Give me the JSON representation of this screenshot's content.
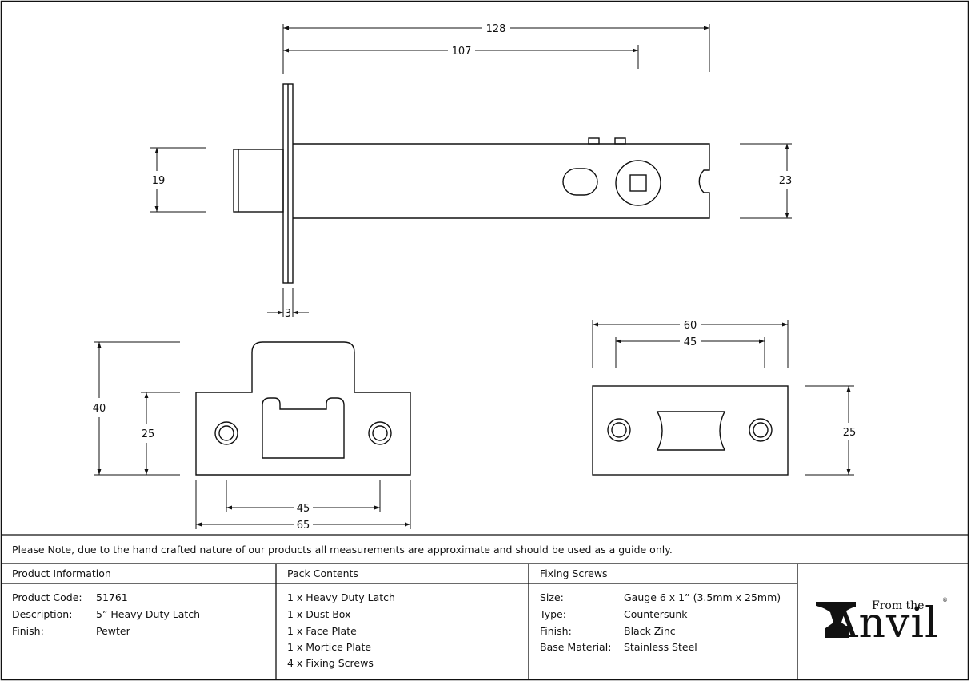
{
  "dimensions": {
    "latch_overall": "128",
    "latch_backset": "107",
    "bolt_height": "19",
    "case_height": "23",
    "faceplate_thickness": "3",
    "strike_height": "40",
    "strike_plate_height": "25",
    "strike_hole_centres": "45",
    "strike_width": "65",
    "faceplate_width": "60",
    "faceplate_hole_centres": "45",
    "faceplate_height": "25"
  },
  "note": "Please Note, due to the hand crafted nature of our products all measurements are approximate and should be used as a guide only.",
  "product_information": {
    "heading": "Product Information",
    "rows": [
      {
        "label": "Product Code:",
        "value": "51761"
      },
      {
        "label": "Description:",
        "value": "5” Heavy Duty Latch"
      },
      {
        "label": "Finish:",
        "value": "Pewter"
      }
    ]
  },
  "pack_contents": {
    "heading": "Pack Contents",
    "items": [
      "1 x Heavy Duty Latch",
      "1 x Dust Box",
      "1 x Face Plate",
      "1 x Mortice Plate",
      "4 x Fixing Screws"
    ]
  },
  "fixing_screws": {
    "heading": "Fixing Screws",
    "rows": [
      {
        "label": "Size:",
        "value": "Gauge 6 x 1” (3.5mm x 25mm)"
      },
      {
        "label": "Type:",
        "value": "Countersunk"
      },
      {
        "label": "Finish:",
        "value": "Black Zinc"
      },
      {
        "label": "Base Material:",
        "value": "Stainless Steel"
      }
    ]
  },
  "logo": {
    "small_text": "From the",
    "word": "Anvil",
    "registered": "®",
    "icon": "anvil-icon"
  }
}
